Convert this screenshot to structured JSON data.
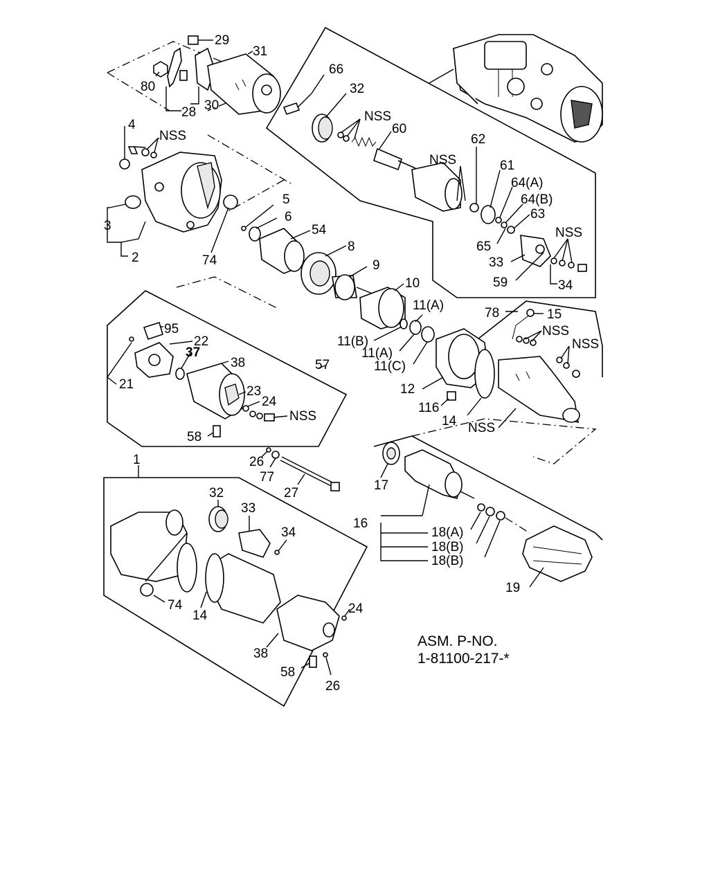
{
  "diagram": {
    "labels": {
      "p1": "1",
      "p2": "2",
      "p3": "3",
      "p4": "4",
      "p5": "5",
      "p6": "6",
      "p8": "8",
      "p9": "9",
      "p10": "10",
      "p11a_1": "11(A)",
      "p11b": "11(B)",
      "p11a_2": "11(A)",
      "p11c": "11(C)",
      "p12": "12",
      "p14_a": "14",
      "p14_b": "14",
      "p15": "15",
      "p16": "16",
      "p17": "17",
      "p18a": "18(A)",
      "p18b_1": "18(B)",
      "p18b_2": "18(B)",
      "p19": "19",
      "p21": "21",
      "p22": "22",
      "p23": "23",
      "p24_a": "24",
      "p24_b": "24",
      "p26_a": "26",
      "p26_b": "26",
      "p27": "27",
      "p28": "28",
      "p29": "29",
      "p30": "30",
      "p31": "31",
      "p32_a": "32",
      "p32_b": "32",
      "p33_a": "33",
      "p33_b": "33",
      "p34_a": "34",
      "p34_b": "34",
      "p37": "37",
      "p38_a": "38",
      "p38_b": "38",
      "p54": "54",
      "p57": "57",
      "p58_a": "58",
      "p58_b": "58",
      "p59": "59",
      "p60": "60",
      "p61": "61",
      "p62": "62",
      "p63": "63",
      "p64a": "64(A)",
      "p64b": "64(B)",
      "p65": "65",
      "p66": "66",
      "p74_a": "74",
      "p74_b": "74",
      "p77": "77",
      "p78": "78",
      "p80": "80",
      "p95": "95",
      "p116": "116",
      "nss_1": "NSS",
      "nss_2": "NSS",
      "nss_3": "NSS",
      "nss_4": "NSS",
      "nss_5": "NSS",
      "nss_6": "NSS",
      "nss_7": "NSS",
      "nss_8": "NSS"
    },
    "assembly": {
      "line1": "ASM. P-NO.",
      "line2": "1-81100-217-*"
    }
  }
}
